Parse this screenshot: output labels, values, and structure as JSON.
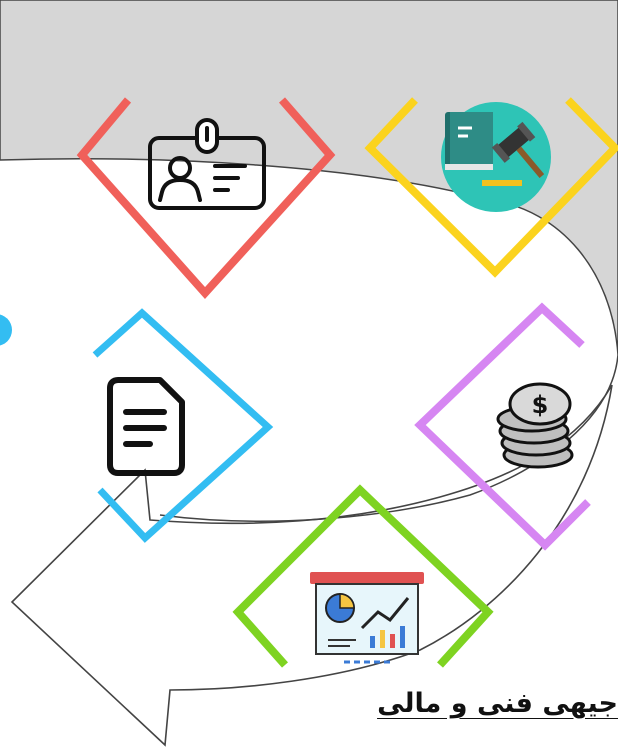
{
  "diagram": {
    "caption": "جیهی فنی و مالی",
    "colors": {
      "band": "#d6d6d6",
      "outline": "#444444",
      "red": "#f0605a",
      "yellow": "#fbd31e",
      "blue": "#33bdf2",
      "purple": "#d686f2",
      "green": "#7ed321",
      "teal": "#2ec4b6",
      "dark": "#111111"
    },
    "steps": [
      {
        "icon": "id-badge-icon",
        "color": "red"
      },
      {
        "icon": "law-book-gavel-icon",
        "color": "yellow"
      },
      {
        "icon": "document-icon",
        "color": "blue"
      },
      {
        "icon": "coin-stack-icon",
        "color": "purple"
      },
      {
        "icon": "analytics-board-icon",
        "color": "green"
      }
    ]
  }
}
